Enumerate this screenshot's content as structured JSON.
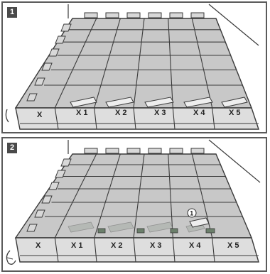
{
  "panels": [
    {
      "step": "1",
      "tray_labels": [
        "X",
        "X 1",
        "X 2",
        "X 3",
        "X 4",
        "X 5"
      ]
    },
    {
      "step": "2",
      "tray_labels": [
        "X",
        "X 1",
        "X 2",
        "X 3",
        "X 4",
        "X 5"
      ],
      "callout": "1"
    }
  ],
  "colors": {
    "grid_fill": "#c8c8c8",
    "grid_line": "#3a3a3a",
    "tray_fill": "#dedede",
    "marker": "#6b7f6b"
  }
}
